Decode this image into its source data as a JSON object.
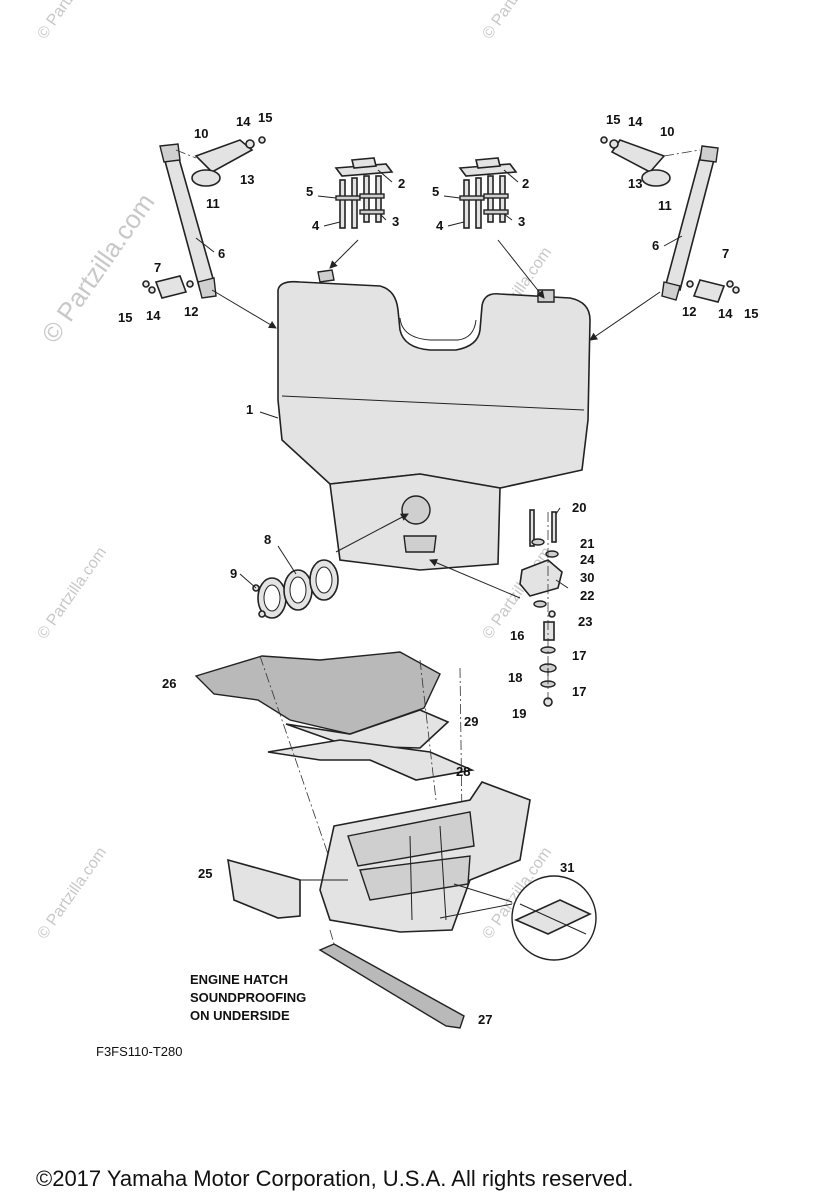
{
  "watermarks": {
    "logo_text": "© Partzilla.com",
    "small_text": "© Partzilla.com"
  },
  "callouts": [
    {
      "id": "c1",
      "label": "1"
    },
    {
      "id": "c2a",
      "label": "2"
    },
    {
      "id": "c2b",
      "label": "2"
    },
    {
      "id": "c3a",
      "label": "3"
    },
    {
      "id": "c3b",
      "label": "3"
    },
    {
      "id": "c4a",
      "label": "4"
    },
    {
      "id": "c4b",
      "label": "4"
    },
    {
      "id": "c5a",
      "label": "5"
    },
    {
      "id": "c5b",
      "label": "5"
    },
    {
      "id": "c6a",
      "label": "6"
    },
    {
      "id": "c6b",
      "label": "6"
    },
    {
      "id": "c7a",
      "label": "7"
    },
    {
      "id": "c7b",
      "label": "7"
    },
    {
      "id": "c8",
      "label": "8"
    },
    {
      "id": "c9",
      "label": "9"
    },
    {
      "id": "c10a",
      "label": "10"
    },
    {
      "id": "c10b",
      "label": "10"
    },
    {
      "id": "c11a",
      "label": "11"
    },
    {
      "id": "c11b",
      "label": "11"
    },
    {
      "id": "c12a",
      "label": "12"
    },
    {
      "id": "c12b",
      "label": "12"
    },
    {
      "id": "c13a",
      "label": "13"
    },
    {
      "id": "c13b",
      "label": "13"
    },
    {
      "id": "c14a",
      "label": "14"
    },
    {
      "id": "c14b",
      "label": "14"
    },
    {
      "id": "c14c",
      "label": "14"
    },
    {
      "id": "c14d",
      "label": "14"
    },
    {
      "id": "c15a",
      "label": "15"
    },
    {
      "id": "c15b",
      "label": "15"
    },
    {
      "id": "c15c",
      "label": "15"
    },
    {
      "id": "c15d",
      "label": "15"
    },
    {
      "id": "c16",
      "label": "16"
    },
    {
      "id": "c17a",
      "label": "17"
    },
    {
      "id": "c17b",
      "label": "17"
    },
    {
      "id": "c18",
      "label": "18"
    },
    {
      "id": "c19",
      "label": "19"
    },
    {
      "id": "c20",
      "label": "20"
    },
    {
      "id": "c21",
      "label": "21"
    },
    {
      "id": "c22",
      "label": "22"
    },
    {
      "id": "c23",
      "label": "23"
    },
    {
      "id": "c24",
      "label": "24"
    },
    {
      "id": "c25",
      "label": "25"
    },
    {
      "id": "c26",
      "label": "26"
    },
    {
      "id": "c27",
      "label": "27"
    },
    {
      "id": "c28",
      "label": "28"
    },
    {
      "id": "c29",
      "label": "29"
    },
    {
      "id": "c30",
      "label": "30"
    },
    {
      "id": "c31",
      "label": "31"
    }
  ],
  "note": {
    "line1": "ENGINE HATCH",
    "line2": "SOUNDPROOFING",
    "line3": "ON UNDERSIDE"
  },
  "drawing_code": "F3FS110-T280",
  "copyright": "©2017  Yamaha Motor Corporation, U.S.A. All rights reserved."
}
